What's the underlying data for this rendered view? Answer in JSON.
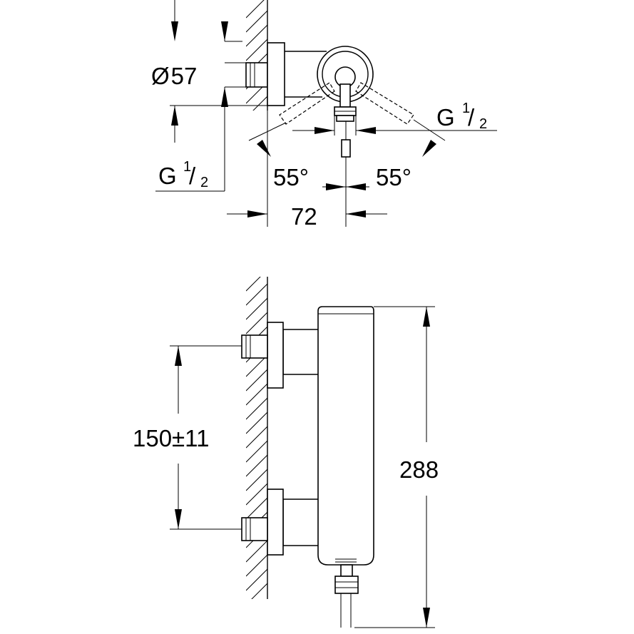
{
  "top_view": {
    "diameter_symbol": "Ø",
    "diameter_value": "57",
    "thread_left": {
      "letter": "G",
      "numerator": "1",
      "slash": "/",
      "denominator": "2"
    },
    "thread_right": {
      "letter": "G",
      "numerator": "1",
      "slash": "/",
      "denominator": "2"
    },
    "angle_left": "55°",
    "angle_right": "55°",
    "offset": "72"
  },
  "side_view": {
    "inlet_spacing": "150±11",
    "total_height": "288"
  }
}
